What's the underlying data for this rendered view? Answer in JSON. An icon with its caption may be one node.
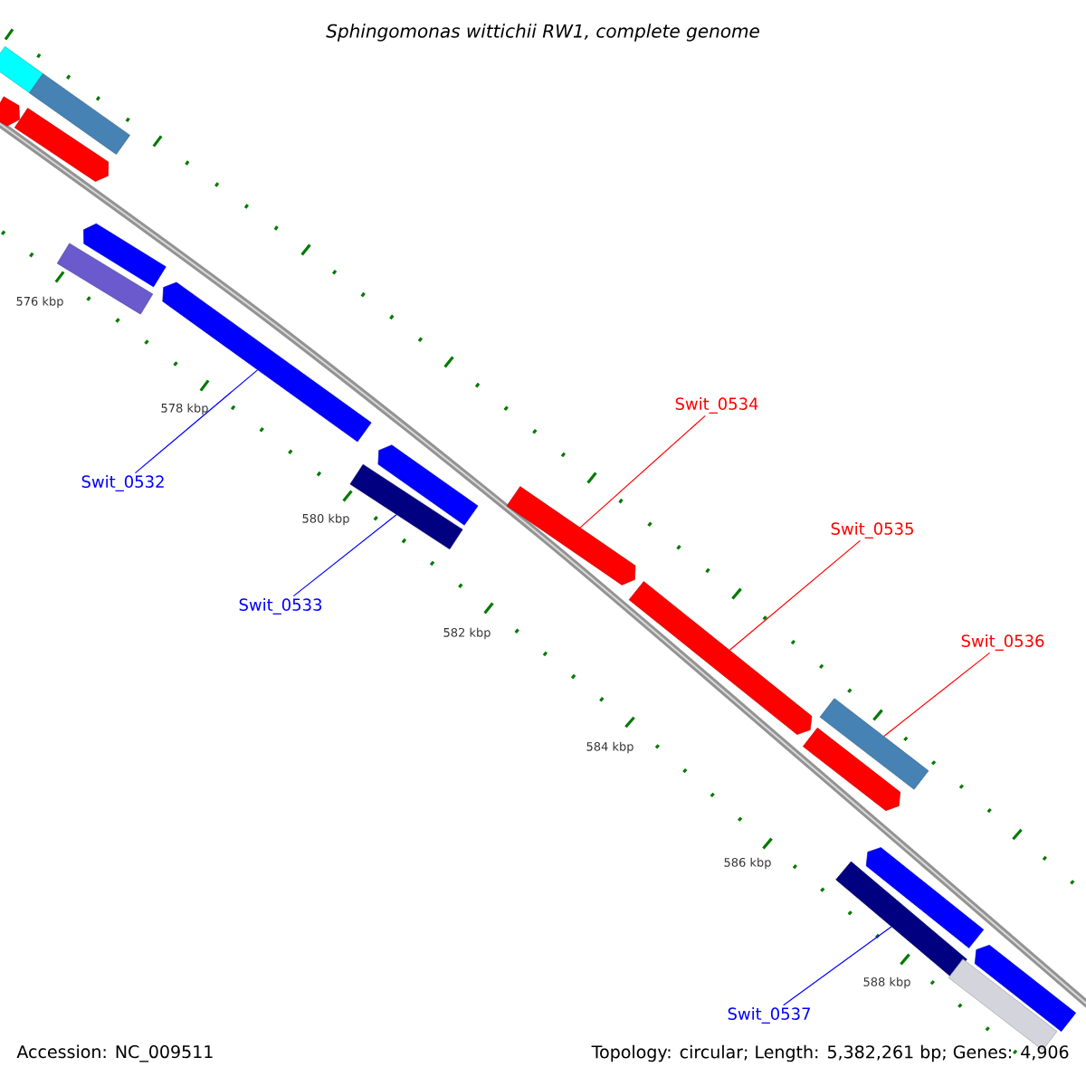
{
  "diagram": {
    "title": "Sphingomonas wittichii RW1, complete genome",
    "nodes": [
      {
        "text": [
          "Swit_0532"
        ]
      },
      {
        "text": [
          "Swit_0533"
        ]
      },
      {
        "text": [
          "Swit_0534"
        ]
      },
      {
        "text": [
          "Swit_0535"
        ]
      },
      {
        "text": [
          "Swit_0536"
        ]
      },
      {
        "text": [
          "Swit_0537"
        ]
      },
      {
        "text": [],
        "shape": "arrow"
      },
      {
        "text": [],
        "shape": "box"
      },
      {
        "text": [],
        "shape": "arrow"
      },
      {
        "text": [],
        "shape": "box"
      },
      {
        "text": [],
        "shape": "box"
      },
      {
        "text": [],
        "shape": "arrow"
      },
      {
        "text": [],
        "shape": "arrow"
      },
      {
        "text": [],
        "shape": "box"
      },
      {
        "text": [],
        "shape": "arrow"
      },
      {
        "text": [],
        "shape": "arrow"
      },
      {
        "text": [],
        "shape": "arrow"
      },
      {
        "text": [],
        "shape": "arrow"
      },
      {
        "text": [],
        "shape": "box"
      },
      {
        "text": [],
        "shape": "box"
      },
      {
        "text": [],
        "shape": "arrow"
      },
      {
        "text": [],
        "shape": "box"
      },
      {
        "text": [],
        "shape": "arrow"
      }
    ],
    "edges": [
      {
        "from": 0,
        "to": 12,
        "arrow": "none",
        "color": "#0000ff"
      },
      {
        "from": 1,
        "to": 13,
        "arrow": "none",
        "color": "#0000ff"
      },
      {
        "from": 2,
        "to": 15,
        "arrow": "none",
        "color": "#ff0000"
      },
      {
        "from": 3,
        "to": 16,
        "arrow": "none",
        "color": "#ff0000"
      },
      {
        "from": 4,
        "to": 18,
        "arrow": "none",
        "color": "#ff0000"
      },
      {
        "from": 5,
        "to": 19,
        "arrow": "none",
        "color": "#0000ff"
      }
    ],
    "labels": [
      "576 kbp",
      "578 kbp",
      "580 kbp",
      "582 kbp",
      "584 kbp",
      "586 kbp",
      "588 kbp",
      "Accession: NC_009511",
      "Topology: circular; Length: 5,382,261 bp; Genes: 4,906"
    ]
  }
}
